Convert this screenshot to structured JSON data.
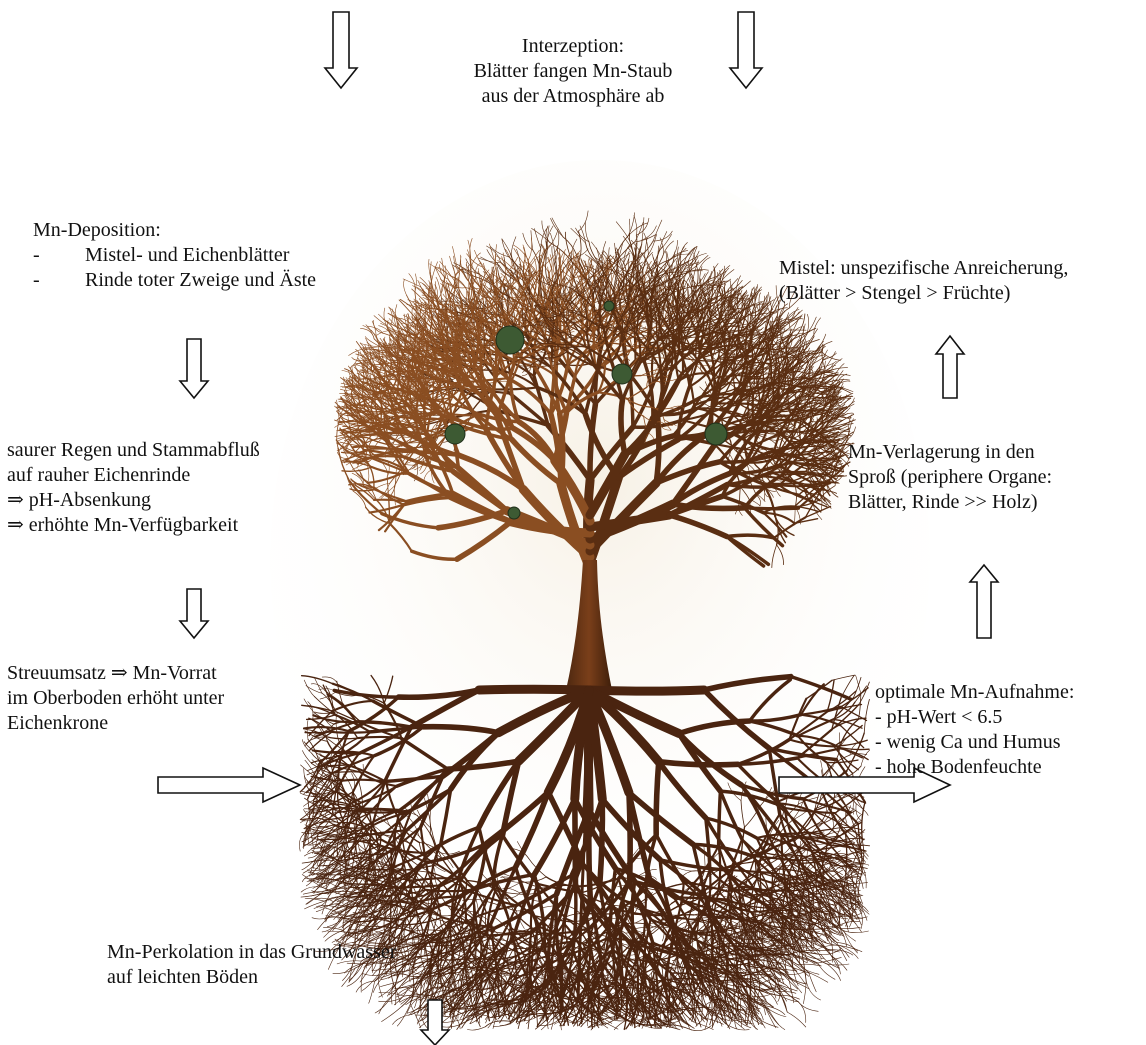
{
  "interception": {
    "lines": [
      "Interzeption:",
      "Blätter fangen Mn-Staub",
      "aus der Atmosphäre ab"
    ]
  },
  "deposition": {
    "title": "Mn-Deposition:",
    "items": [
      "Mistel- und Eichenblätter",
      "Rinde toter Zweige und Äste"
    ],
    "bullet": "-"
  },
  "acid_rain": {
    "lines": [
      "saurer Regen und Stammabfluß",
      "auf rauher Eichenrinde",
      "⇒ pH-Absenkung",
      "⇒ erhöhte Mn-Verfügbarkeit"
    ]
  },
  "litter": {
    "lines": [
      "Streuumsatz ⇒ Mn-Vorrat",
      "im Oberboden erhöht unter",
      "Eichenkrone"
    ]
  },
  "percolation": {
    "lines": [
      "Mn-Perkolation in das Grundwasser",
      "auf leichten Böden"
    ]
  },
  "mistletoe": {
    "lines": [
      "Mistel: unspezifische Anreicherung,",
      "(Blätter > Stengel > Früchte)"
    ]
  },
  "translocation": {
    "lines": [
      "Mn-Verlagerung in den",
      "Sproß (periphere Organe:",
      "Blätter, Rinde >> Holz)"
    ]
  },
  "uptake": {
    "lines": [
      "optimale Mn-Aufnahme:",
      "- pH-Wert < 6.5",
      "- wenig Ca und Humus",
      "- hohe Bodenfeuchte"
    ]
  },
  "colors": {
    "bark": "#8a4e22",
    "bark_dark": "#5a2e12",
    "root": "#4a2410",
    "mistletoe": "#3d5a33",
    "arrow_stroke": "#111111"
  }
}
